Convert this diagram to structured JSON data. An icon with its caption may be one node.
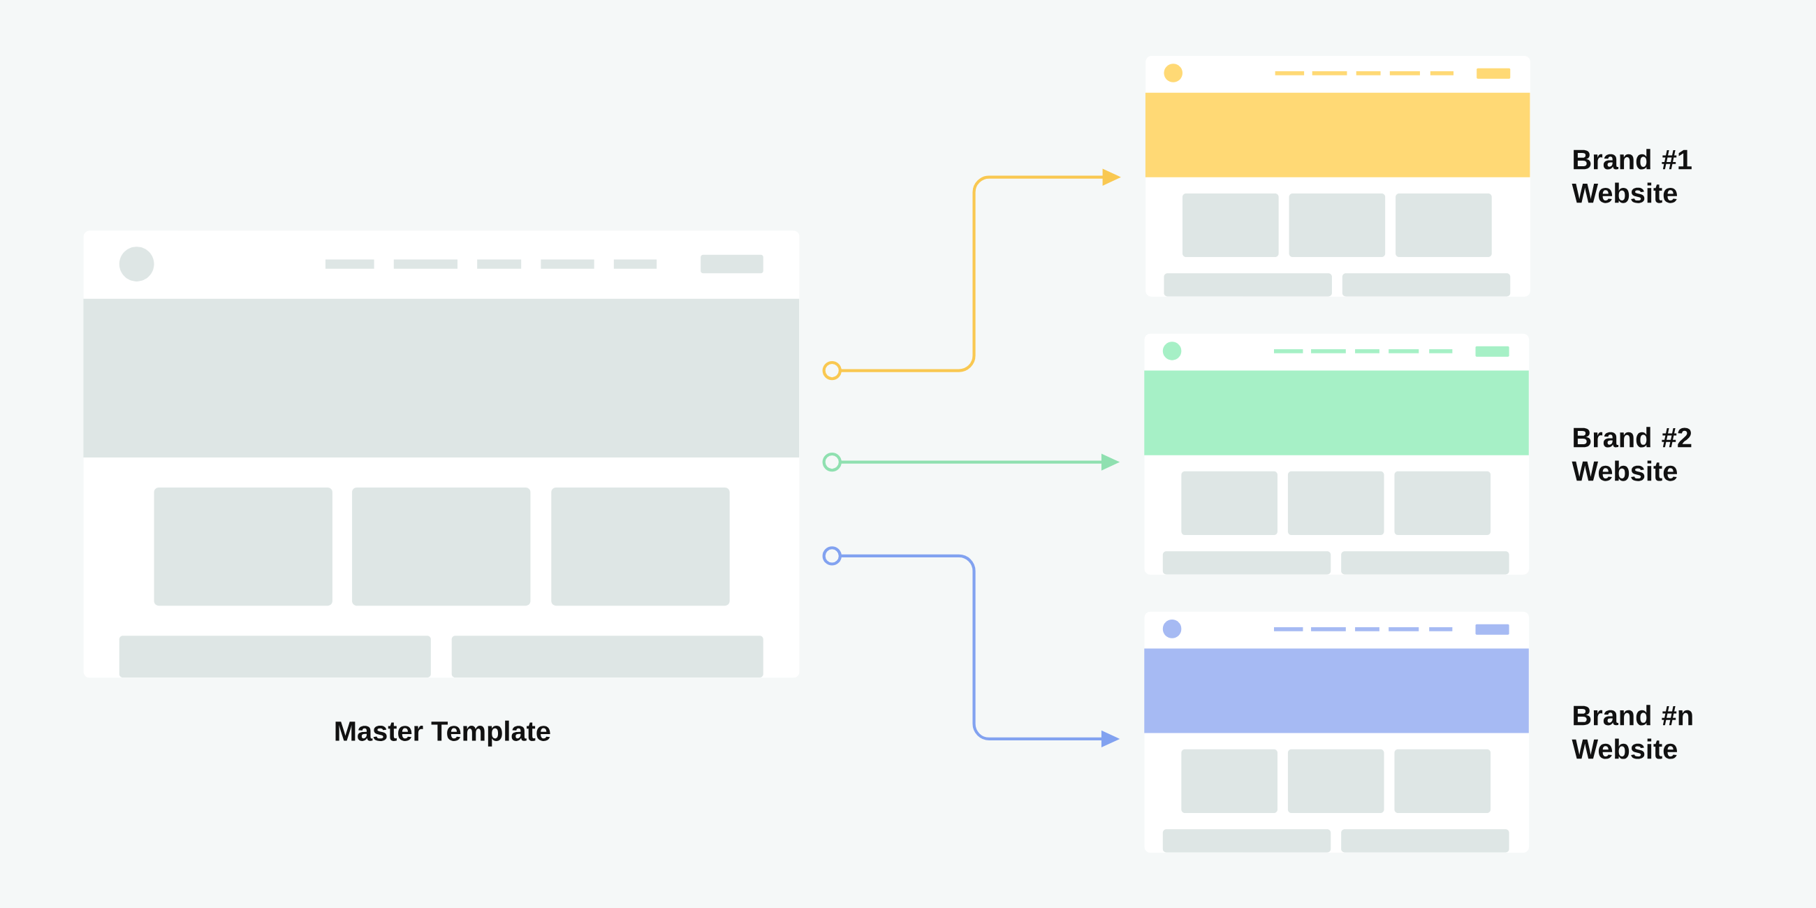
{
  "diagram": {
    "nodes": [
      {
        "text": [
          "Master Template"
        ]
      },
      {
        "text": [
          "Brand #1 Website"
        ]
      },
      {
        "text": [
          "Brand #2 Website"
        ]
      },
      {
        "text": [
          "Brand #n Website"
        ]
      }
    ],
    "edges": [
      {
        "from": 0,
        "to": 1,
        "arrow": "to",
        "color": "#f9c851"
      },
      {
        "from": 0,
        "to": 2,
        "arrow": "to",
        "color": "#8fe0b0"
      },
      {
        "from": 0,
        "to": 3,
        "arrow": "to",
        "color": "#82a2f0"
      }
    ]
  }
}
